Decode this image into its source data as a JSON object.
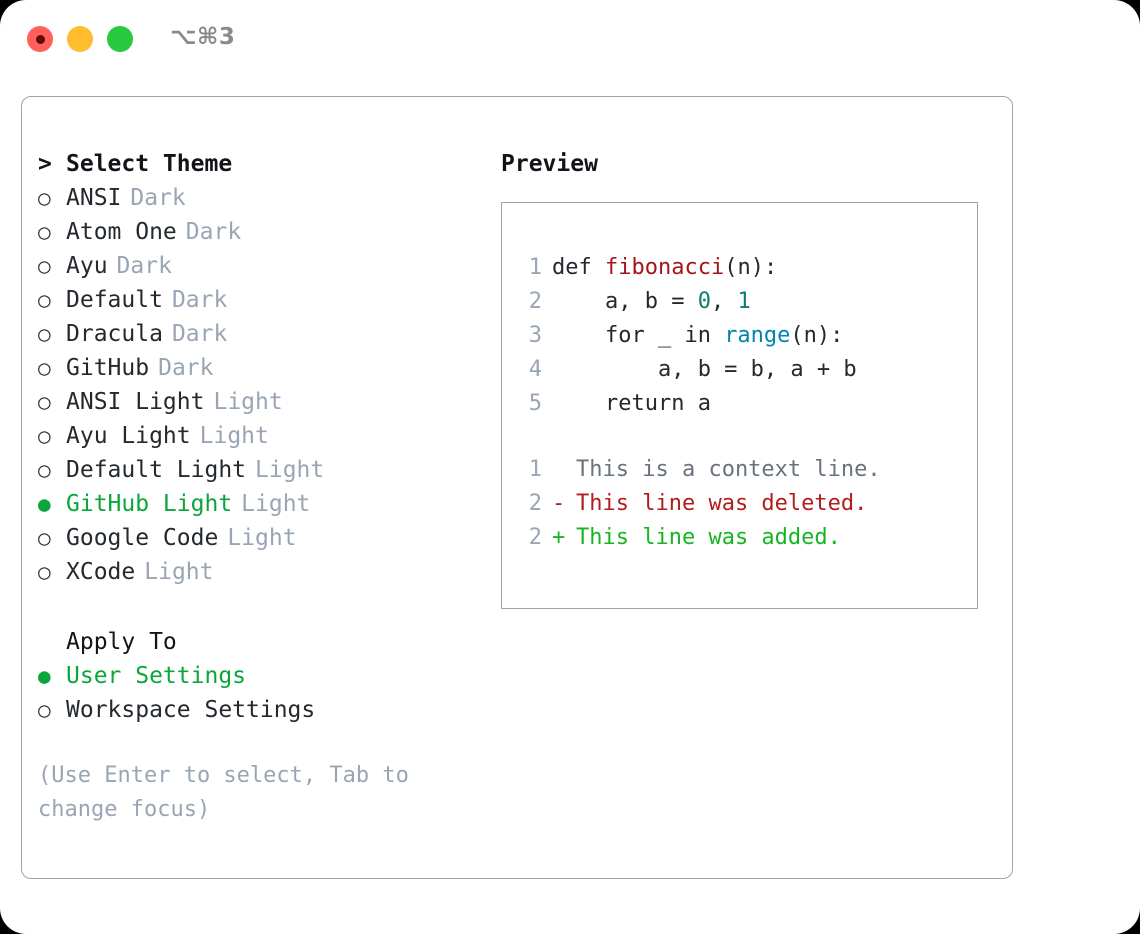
{
  "window": {
    "shortcut": "⌥⌘3",
    "traffic_lights": [
      "close-red",
      "minimize-yellow",
      "maximize-green"
    ],
    "colors": {
      "accent_green": "#0aa63c",
      "border": "#9aa5b1",
      "muted_text": "#9aa5b4",
      "code_text": "#24292e",
      "func_red": "#a3151a",
      "number_teal": "#0e7c74",
      "builtin_blue": "#0284ae",
      "diff_add": "#16b522",
      "diff_del": "#b31d1d",
      "diff_ctx": "#6a737d"
    }
  },
  "theme_picker": {
    "header_prefix": ">",
    "header": "Select Theme",
    "items": [
      {
        "marker": "○",
        "label": "ANSI",
        "variant": "Dark",
        "selected": false
      },
      {
        "marker": "○",
        "label": "Atom One",
        "variant": "Dark",
        "selected": false
      },
      {
        "marker": "○",
        "label": "Ayu",
        "variant": "Dark",
        "selected": false
      },
      {
        "marker": "○",
        "label": "Default",
        "variant": "Dark",
        "selected": false
      },
      {
        "marker": "○",
        "label": "Dracula",
        "variant": "Dark",
        "selected": false
      },
      {
        "marker": "○",
        "label": "GitHub",
        "variant": "Dark",
        "selected": false
      },
      {
        "marker": "○",
        "label": "ANSI Light",
        "variant": "Light",
        "selected": false
      },
      {
        "marker": "○",
        "label": "Ayu Light",
        "variant": "Light",
        "selected": false
      },
      {
        "marker": "○",
        "label": "Default Light",
        "variant": "Light",
        "selected": false
      },
      {
        "marker": "●",
        "label": "GitHub Light",
        "variant": "Light",
        "selected": true
      },
      {
        "marker": "○",
        "label": "Google Code",
        "variant": "Light",
        "selected": false
      },
      {
        "marker": "○",
        "label": "XCode",
        "variant": "Light",
        "selected": false
      }
    ]
  },
  "apply_to": {
    "header": "Apply To",
    "items": [
      {
        "marker": "●",
        "label": "User Settings",
        "selected": true
      },
      {
        "marker": "○",
        "label": "Workspace Settings",
        "selected": false
      }
    ]
  },
  "hint": "(Use Enter to select, Tab to change focus)",
  "preview": {
    "title": "Preview",
    "code_lines": [
      {
        "number": "1",
        "tokens": [
          {
            "text": "def ",
            "kind": "plain"
          },
          {
            "text": "fibonacci",
            "kind": "func"
          },
          {
            "text": "(n):",
            "kind": "plain"
          }
        ]
      },
      {
        "number": "2",
        "tokens": [
          {
            "text": "    a, b = ",
            "kind": "plain"
          },
          {
            "text": "0",
            "kind": "num"
          },
          {
            "text": ", ",
            "kind": "plain"
          },
          {
            "text": "1",
            "kind": "num"
          }
        ]
      },
      {
        "number": "3",
        "tokens": [
          {
            "text": "    for _ in ",
            "kind": "plain"
          },
          {
            "text": "range",
            "kind": "builtin"
          },
          {
            "text": "(n):",
            "kind": "plain"
          }
        ]
      },
      {
        "number": "4",
        "tokens": [
          {
            "text": "        a, b = b, a + b",
            "kind": "plain"
          }
        ]
      },
      {
        "number": "5",
        "tokens": [
          {
            "text": "    return a",
            "kind": "plain"
          }
        ]
      }
    ],
    "diff_lines": [
      {
        "number": "1",
        "mark": " ",
        "text": "This is a context line.",
        "kind": "ctx"
      },
      {
        "number": "2",
        "mark": "-",
        "text": "This line was deleted.",
        "kind": "del"
      },
      {
        "number": "2",
        "mark": "+",
        "text": "This line was added.",
        "kind": "add"
      }
    ]
  }
}
